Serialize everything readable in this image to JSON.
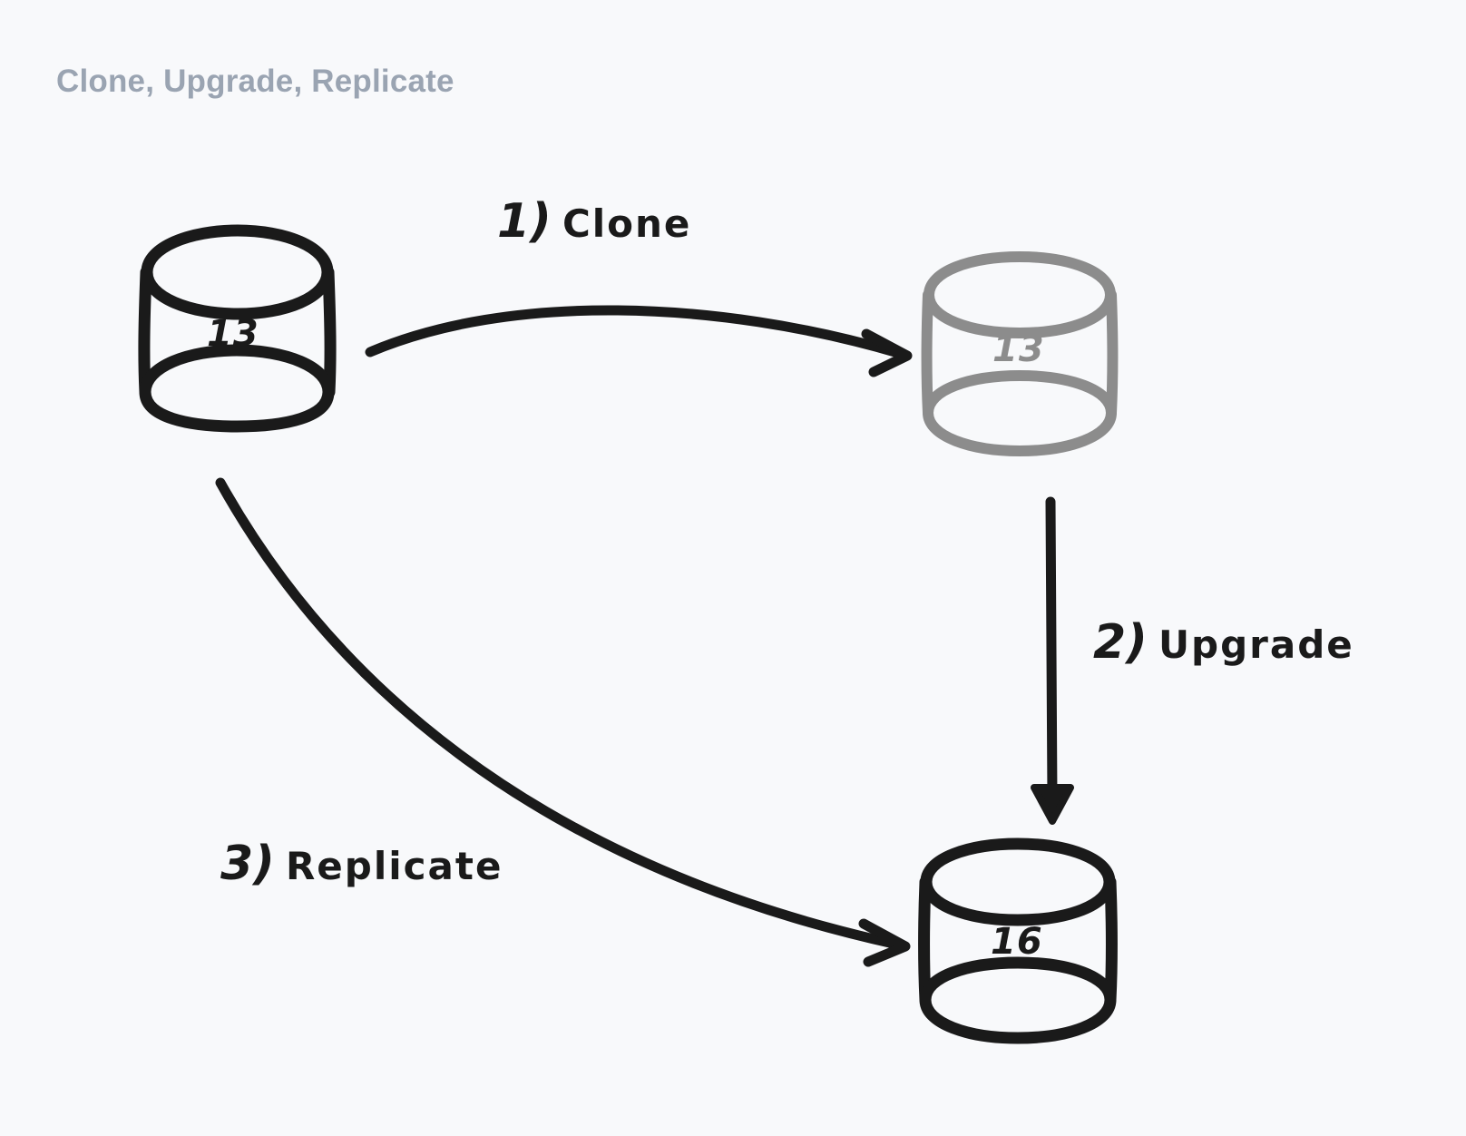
{
  "title": "Clone, Upgrade, Replicate",
  "colors": {
    "background": "#F8F9FB",
    "title": "#9AA4B2",
    "ink": "#1A1A1A",
    "muted": "#8C8C8C"
  },
  "nodes": [
    {
      "id": "source-db",
      "icon": "database-cylinder-icon",
      "value": "13",
      "state": "active"
    },
    {
      "id": "clone-db",
      "icon": "database-cylinder-icon",
      "value": "13",
      "state": "muted"
    },
    {
      "id": "upgraded-db",
      "icon": "database-cylinder-icon",
      "value": "16",
      "state": "active"
    }
  ],
  "steps": [
    {
      "id": "clone",
      "num": "1)",
      "word": "Clone",
      "arrow": "curved-arrow-right-icon"
    },
    {
      "id": "upgrade",
      "num": "2)",
      "word": "Upgrade",
      "arrow": "straight-arrow-down-icon"
    },
    {
      "id": "replicate",
      "num": "3)",
      "word": "Replicate",
      "arrow": "curved-arrow-down-right-icon"
    }
  ]
}
